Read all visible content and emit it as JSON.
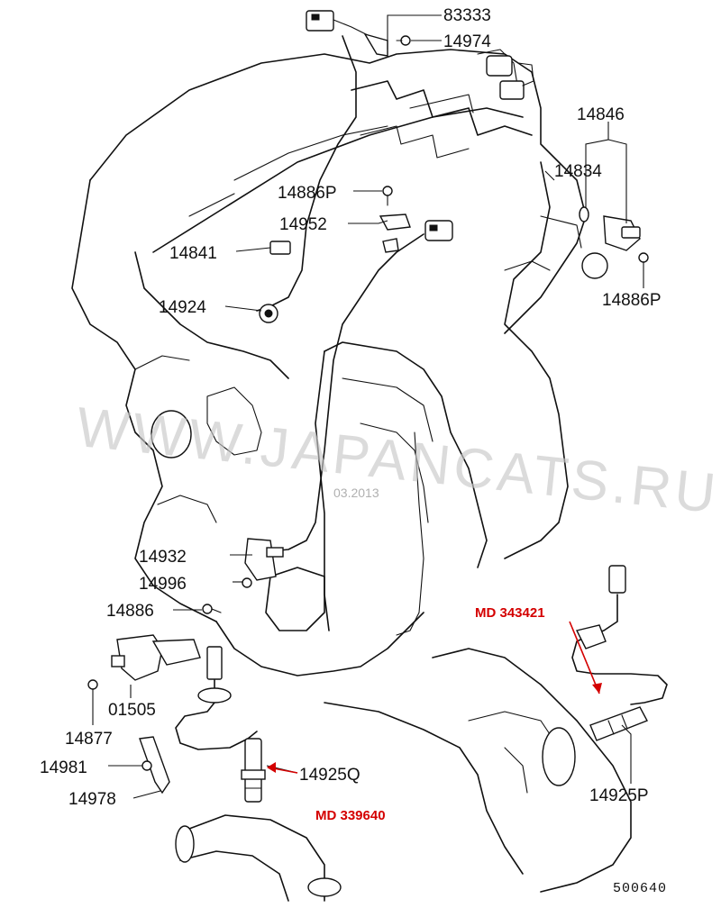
{
  "diagram": {
    "labels": {
      "p83333": "83333",
      "p14974": "14974",
      "p14846": "14846",
      "p14834": "14834",
      "p14886P_top": "14886P",
      "p14952": "14952",
      "p14841": "14841",
      "p14886P_right": "14886P",
      "p14924": "14924",
      "p14932": "14932",
      "p14996": "14996",
      "p14886": "14886",
      "p01505": "01505",
      "p14877": "14877",
      "p14981": "14981",
      "p14978": "14978",
      "p14925Q": "14925Q",
      "p14925P": "14925P"
    },
    "highlight_parts": {
      "md343421": "MD 343421",
      "md339640": "MD 339640"
    },
    "watermark": {
      "text": "WWW.JAPANCATS.RU",
      "date": "03.2013"
    },
    "figure_code": "500640",
    "colors": {
      "line": "#111111",
      "highlight": "#d40000",
      "watermark": "#c8c8c8",
      "background": "#ffffff"
    }
  }
}
